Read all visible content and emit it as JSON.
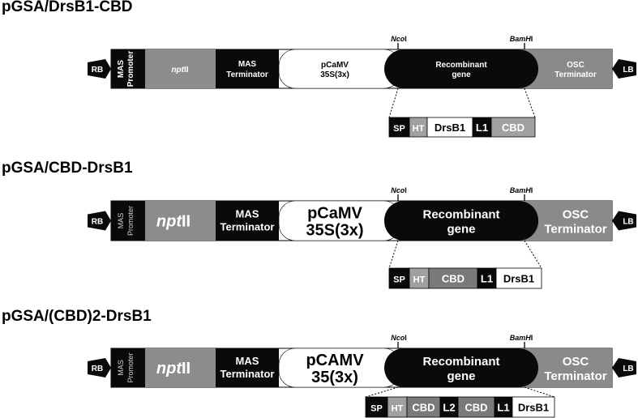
{
  "constructs": [
    {
      "title": "pGSA/DrsB1-CBD",
      "rb": "RB",
      "lb": "LB",
      "mas_promoter": [
        "MAS",
        "Promoter"
      ],
      "npt_italic": "npt",
      "npt_suffix": "II",
      "mas_terminator": [
        "MAS",
        "Terminator"
      ],
      "pcamv": [
        "pCaMV",
        "35S(3x)"
      ],
      "recombinant": [
        "Recombinant",
        "gene"
      ],
      "osc_terminator": [
        "OSC",
        "Terminator"
      ],
      "site_left_italic": "Nco",
      "site_left_suffix": "I",
      "site_right_italic": "BamH",
      "site_right_suffix": "I",
      "inset": [
        "SP",
        "HT",
        "DrsB1",
        "L1",
        "CBD"
      ]
    },
    {
      "title": "pGSA/CBD-DrsB1",
      "rb": "RB",
      "lb": "LB",
      "mas_promoter": [
        "MAS",
        "Promoter"
      ],
      "npt_italic": "npt",
      "npt_suffix": "II",
      "mas_terminator": [
        "MAS",
        "Terminator"
      ],
      "pcamv": [
        "pCaMV",
        "35S(3x)"
      ],
      "recombinant": [
        "Recombinant",
        "gene"
      ],
      "osc_terminator": [
        "OSC",
        "Terminator"
      ],
      "site_left_italic": "Nco",
      "site_left_suffix": "I",
      "site_right_italic": "BamH",
      "site_right_suffix": "I",
      "inset": [
        "SP",
        "HT",
        "CBD",
        "L1",
        "DrsB1"
      ]
    },
    {
      "title": "pGSA/(CBD)2-DrsB1",
      "rb": "RB",
      "lb": "LB",
      "mas_promoter": [
        "MAS",
        "Promoter"
      ],
      "npt_italic": "npt",
      "npt_suffix": "II",
      "mas_terminator": [
        "MAS",
        "Terminator"
      ],
      "pcamv": [
        "pCAMV",
        "35(3x)"
      ],
      "recombinant": [
        "Recombinant",
        "gene"
      ],
      "osc_terminator": [
        "OSC",
        "Terminator"
      ],
      "site_left_italic": "Nco",
      "site_left_suffix": "I",
      "site_right_italic": "BamH",
      "site_right_suffix": "I",
      "inset": [
        "SP",
        "HT",
        "CBD",
        "L2",
        "CBD",
        "L1",
        "DrsB1"
      ]
    }
  ],
  "colors": {
    "black": "#0a0a0a",
    "npt_grey": "#8c8c8c",
    "osc_grey": "#8a8a8a",
    "ht_grey": "#a0a0a0",
    "cbd_grey": "#7a7a7a",
    "white": "#ffffff"
  }
}
